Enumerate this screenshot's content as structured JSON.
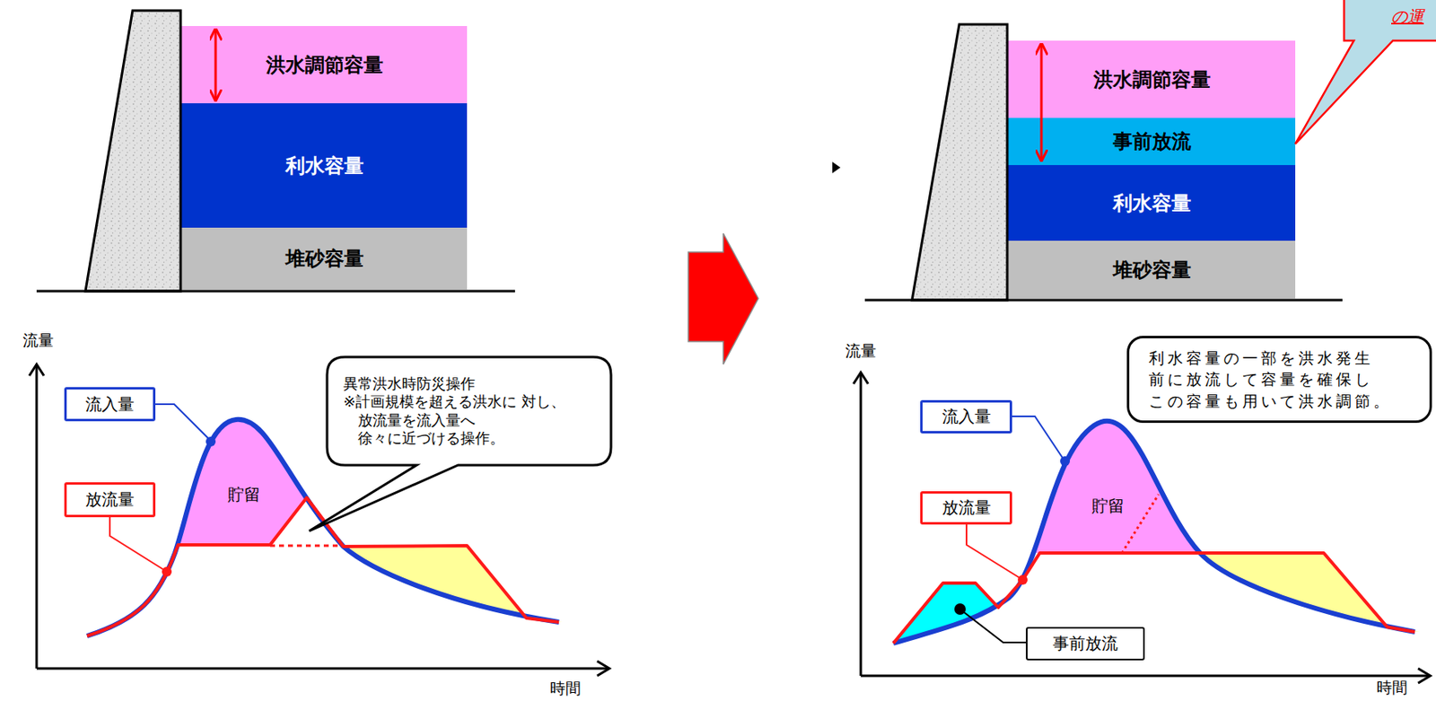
{
  "diagram": {
    "nodes": [
      {
        "text": [
          "洪水調節容量"
        ]
      },
      {
        "text": [
          "利水容量"
        ]
      },
      {
        "text": [
          "堆砂容量"
        ]
      },
      {
        "text": [
          "流入量"
        ]
      },
      {
        "text": [
          "放流量"
        ]
      },
      {
        "text": [
          "異常洪水時防災操作",
          "※計画規模を超える洪水に 対し、放流量を流入量へ 徐々に近づける操作。"
        ]
      },
      {
        "text": [
          "洪水調節容量"
        ]
      },
      {
        "text": [
          "事前放流"
        ]
      },
      {
        "text": [
          "利水容量"
        ]
      },
      {
        "text": [
          "堆砂容量"
        ]
      },
      {
        "text": [
          "の運"
        ]
      },
      {
        "text": [
          "利水容量の一部を洪水発生 前に放流して容量を確保し この容量も用いて洪水調節。"
        ]
      },
      {
        "text": [
          "流入量"
        ]
      },
      {
        "text": [
          "放流量"
        ]
      },
      {
        "text": [
          "事前放流"
        ]
      }
    ],
    "labels": [
      "流量",
      "時間",
      "貯留",
      "流量",
      "時間",
      "貯留"
    ]
  }
}
